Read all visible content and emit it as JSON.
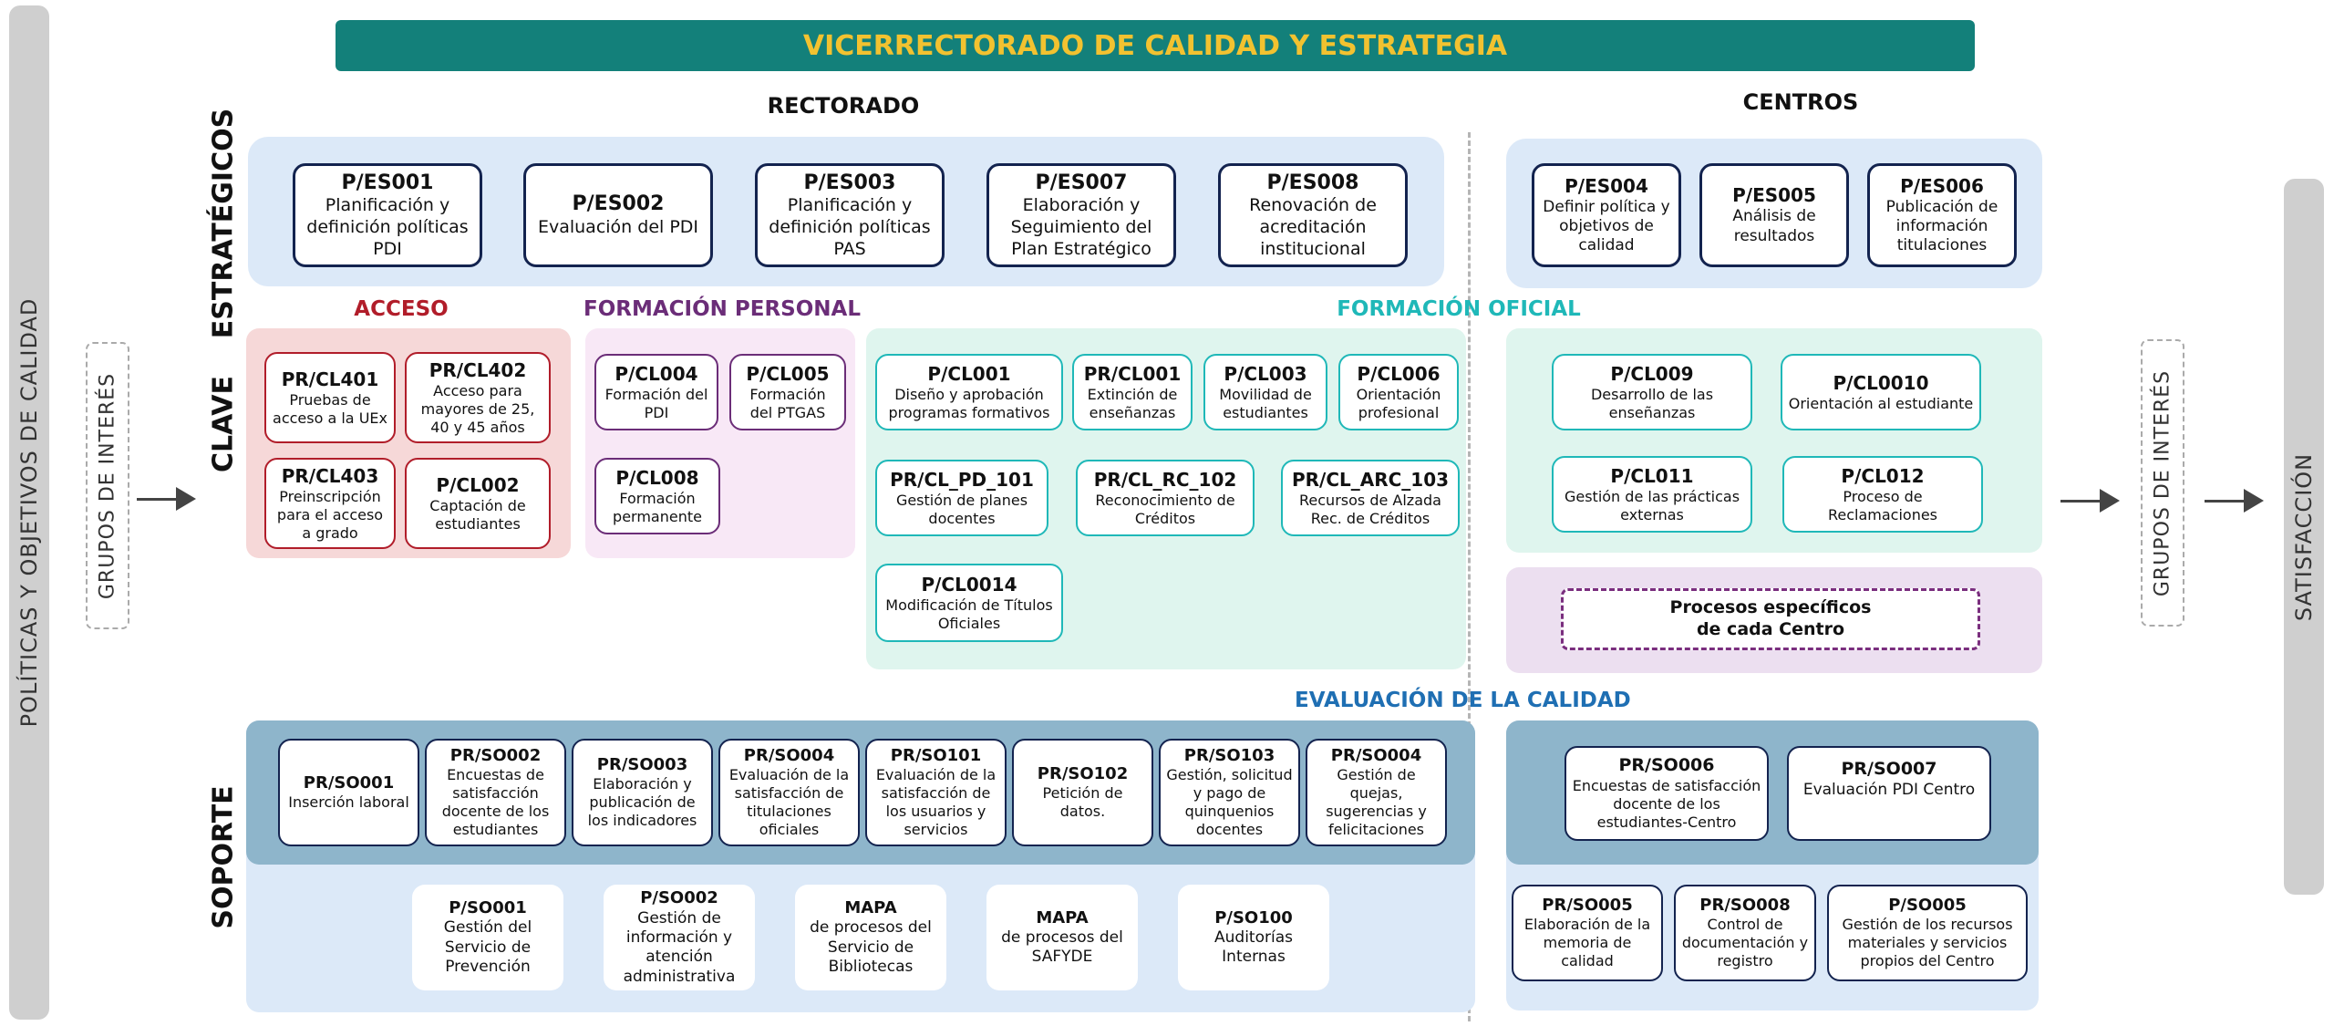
{
  "header": {
    "title": "VICERRECTORADO DE CALIDAD Y ESTRATEGIA"
  },
  "columns": {
    "rectorado": "RECTORADO",
    "centros": "CENTROS"
  },
  "side": {
    "left": "POLÍTICAS Y OBJETIVOS DE CALIDAD",
    "right": "SATISFACCIÓN",
    "grupos_left": "GRUPOS DE INTERÉS",
    "grupos_right": "GRUPOS DE INTERÉS"
  },
  "rows": {
    "estrategicos": "ESTRATÉGICOS",
    "clave": "CLAVE",
    "soporte": "SOPORTE"
  },
  "groups": {
    "acceso": "ACCESO",
    "formacion_personal": "FORMACIÓN PERSONAL",
    "formacion_oficial": "FORMACIÓN OFICIAL",
    "evaluacion": "EVALUACIÓN DE LA CALIDAD"
  },
  "colors": {
    "teal_header": "#13807a",
    "header_text": "#f2c230",
    "acceso": "#b11d2a",
    "formacion_personal": "#6b2d78",
    "formacion_oficial": "#1fb8b8",
    "evaluacion": "#1f6fb3",
    "navy": "#13234f"
  },
  "estrategicos_rectorado": [
    {
      "code": "P/ES001",
      "desc": "Planificación y definición políticas PDI"
    },
    {
      "code": "P/ES002",
      "desc": "Evaluación del PDI"
    },
    {
      "code": "P/ES003",
      "desc": "Planificación y definición políticas PAS"
    },
    {
      "code": "P/ES007",
      "desc": "Elaboración y Seguimiento del Plan Estratégico"
    },
    {
      "code": "P/ES008",
      "desc": "Renovación de acreditación institucional"
    }
  ],
  "estrategicos_centros": [
    {
      "code": "P/ES004",
      "desc": "Definir política y objetivos de calidad"
    },
    {
      "code": "P/ES005",
      "desc": "Análisis de resultados"
    },
    {
      "code": "P/ES006",
      "desc": "Publicación de información titulaciones"
    }
  ],
  "acceso": [
    {
      "code": "PR/CL401",
      "desc": "Pruebas de acceso a la UEx"
    },
    {
      "code": "PR/CL402",
      "desc": "Acceso para mayores de 25, 40 y 45 años"
    },
    {
      "code": "PR/CL403",
      "desc": "Preinscripción para el acceso a grado"
    },
    {
      "code": "P/CL002",
      "desc": "Captación de estudiantes"
    }
  ],
  "formacion_personal": [
    {
      "code": "P/CL004",
      "desc": "Formación del PDI"
    },
    {
      "code": "P/CL005",
      "desc": "Formación del PTGAS"
    },
    {
      "code": "P/CL008",
      "desc": "Formación permanente"
    }
  ],
  "formacion_oficial": [
    {
      "code": "P/CL001",
      "desc": "Diseño y aprobación programas formativos"
    },
    {
      "code": "PR/CL001",
      "desc": "Extinción de enseñanzas"
    },
    {
      "code": "P/CL003",
      "desc": "Movilidad de estudiantes"
    },
    {
      "code": "P/CL006",
      "desc": "Orientación profesional"
    },
    {
      "code": "PR/CL_PD_101",
      "desc": "Gestión de planes docentes"
    },
    {
      "code": "PR/CL_RC_102",
      "desc": "Reconocimiento de Créditos"
    },
    {
      "code": "PR/CL_ARC_103",
      "desc": "Recursos de Alzada Rec. de Créditos"
    },
    {
      "code": "P/CL0014",
      "desc": "Modificación de Títulos Oficiales"
    }
  ],
  "clave_centros": [
    {
      "code": "P/CL009",
      "desc": "Desarrollo de las enseñanzas"
    },
    {
      "code": "P/CL0010",
      "desc": "Orientación al estudiante"
    },
    {
      "code": "P/CL011",
      "desc": "Gestión de las prácticas externas"
    },
    {
      "code": "P/CL012",
      "desc": "Proceso de Reclamaciones"
    }
  ],
  "procesos_especificos": "Procesos específicos de cada Centro",
  "soporte_eval": [
    {
      "code": "PR/SO001",
      "desc": "Inserción laboral"
    },
    {
      "code": "PR/SO002",
      "desc": "Encuestas de satisfacción docente de los estudiantes"
    },
    {
      "code": "PR/SO003",
      "desc": "Elaboración y publicación de los indicadores"
    },
    {
      "code": "PR/SO004",
      "desc": "Evaluación de la satisfacción de titulaciones oficiales"
    },
    {
      "code": "PR/SO101",
      "desc": "Evaluación de la satisfacción de los usuarios y servicios"
    },
    {
      "code": "PR/SO102",
      "desc": "Petición de datos."
    },
    {
      "code": "PR/SO103",
      "desc": "Gestión, solicitud y pago de quinquenios docentes"
    },
    {
      "code": "PR/SO004",
      "desc": "Gestión de quejas, sugerencias y felicitaciones"
    }
  ],
  "soporte_otros": [
    {
      "code": "P/SO001",
      "desc": "Gestión del Servicio de Prevención"
    },
    {
      "code": "P/SO002",
      "desc": "Gestión de información y atención administrativa"
    },
    {
      "code": "MAPA",
      "desc": "de procesos del Servicio de Bibliotecas"
    },
    {
      "code": "MAPA",
      "desc": "de procesos del SAFYDE"
    },
    {
      "code": "P/SO100",
      "desc": "Auditorías Internas"
    }
  ],
  "soporte_centros_eval": [
    {
      "code": "PR/SO006",
      "desc": "Encuestas de satisfacción docente de los estudiantes-Centro"
    },
    {
      "code": "PR/SO007",
      "desc": "Evaluación PDI Centro"
    }
  ],
  "soporte_centros": [
    {
      "code": "PR/SO005",
      "desc": "Elaboración de la memoria de calidad"
    },
    {
      "code": "PR/SO008",
      "desc": "Control de documentación y registro"
    },
    {
      "code": "P/SO005",
      "desc": "Gestión de los recursos materiales y servicios propios del Centro"
    }
  ]
}
